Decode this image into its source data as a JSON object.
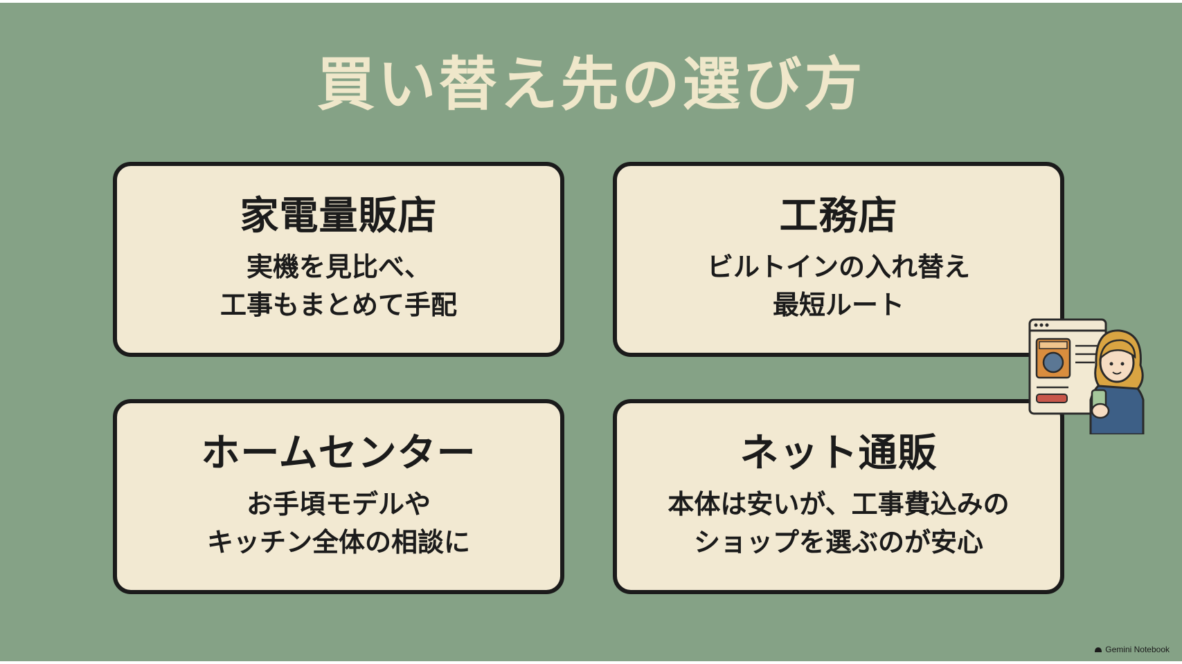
{
  "slide": {
    "title": "買い替え先の選び方",
    "cards": [
      {
        "heading": "家電量販店",
        "desc": "実機を見比べ、\n工事もまとめて手配"
      },
      {
        "heading": "工務店",
        "desc": "ビルトインの入れ替え\n最短ルート"
      },
      {
        "heading": "ホームセンター",
        "desc": "お手頃モデルや\nキッチン全体の相談に"
      },
      {
        "heading": "ネット通販",
        "desc": "本体は安いが、工事費込みの\nショップを選ぶのが安心"
      }
    ],
    "watermark": "Gemini Notebook"
  },
  "colors": {
    "background": "#85a286",
    "title": "#efe7ca",
    "card_fill": "#f2e9d2",
    "card_border": "#1b1b1b",
    "text": "#1b1b1b"
  },
  "icons": {
    "illustration": "woman-shopping-online-with-phone-illustration",
    "watermark": "gemini-notebook-logo-icon"
  }
}
